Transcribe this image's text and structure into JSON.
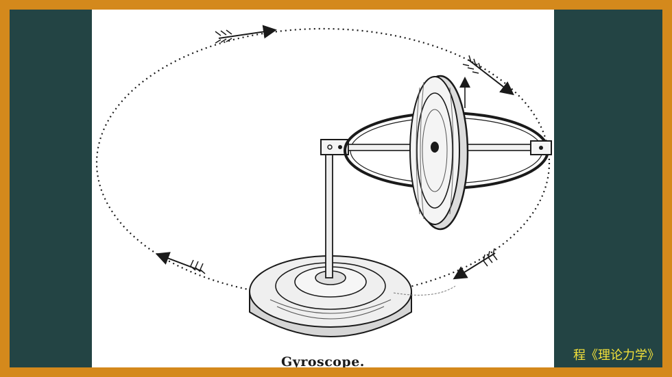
{
  "figure": {
    "caption": "Gyroscope.",
    "subject": "gyroscope-engraving"
  },
  "footer": {
    "course_label": "程《理论力学》"
  },
  "colors": {
    "frame": "#d4891c",
    "slide_bg": "#234444",
    "label_text": "#f4e23a",
    "ink": "#1a1a1a"
  }
}
